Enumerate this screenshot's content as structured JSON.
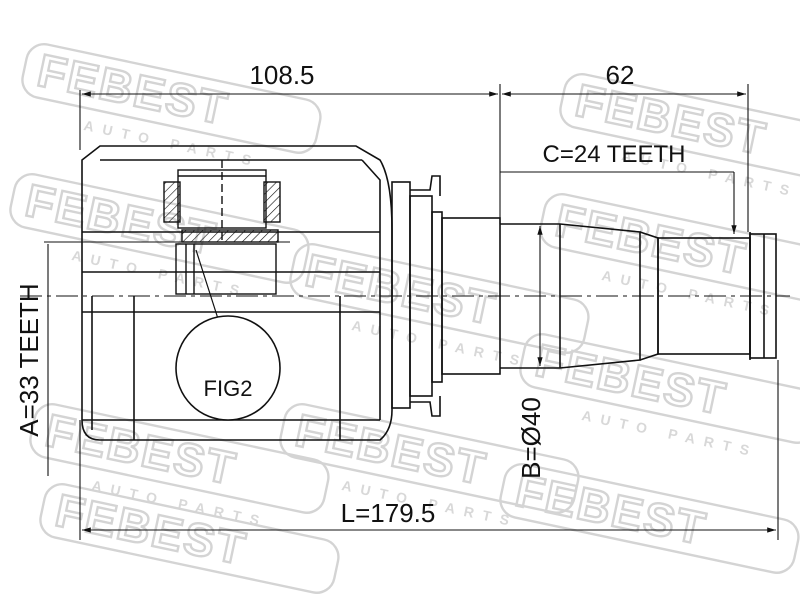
{
  "watermark": {
    "brand": "FEBEST",
    "tagline": "AUTO PARTS"
  },
  "dimensions": {
    "top_left_length": "108.5",
    "top_right_length": "62",
    "spline_count_c": "C=24 TEETH",
    "spline_count_a": "A=33 TEETH",
    "diameter_b": "B=Ø40",
    "total_length": "L=179.5"
  },
  "detail_label": "FIG2",
  "colors": {
    "line": "#111111",
    "watermark": "#d4d4d4",
    "background": "#ffffff"
  }
}
